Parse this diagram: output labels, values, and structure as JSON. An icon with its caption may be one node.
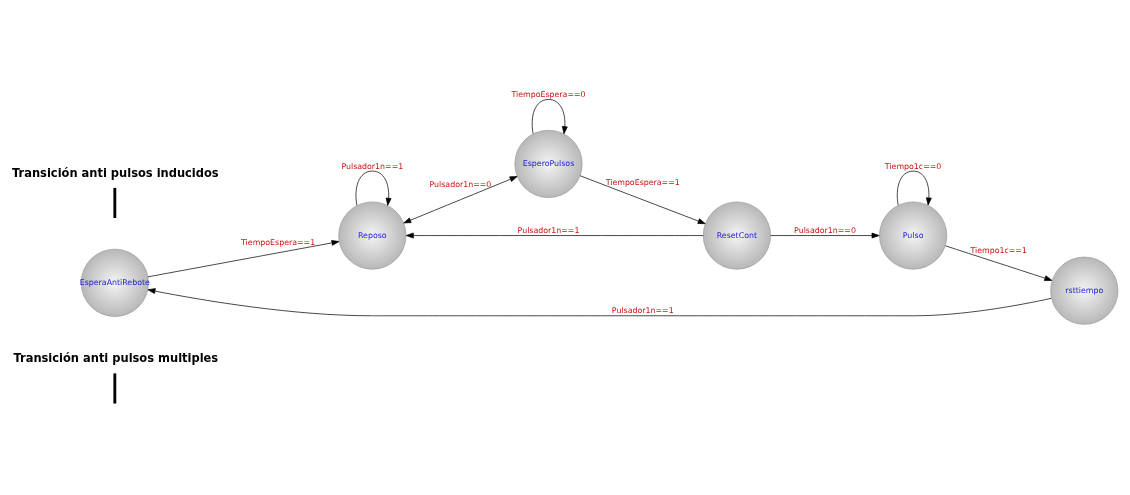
{
  "diagram": {
    "nodes": [
      {
        "text": [
          "Transición anti pulsos multiples"
        ]
      },
      {
        "text": [
          "EsperaAntiRebote"
        ]
      },
      {
        "text": [
          "Reposo"
        ]
      },
      {
        "text": [
          "rsttiempo"
        ]
      },
      {
        "text": [
          "Transición anti pulsos inducidos"
        ]
      },
      {
        "text": [
          "EsperoPulsos"
        ]
      },
      {
        "text": [
          "Pulso"
        ]
      },
      {
        "text": [
          "ResetCont"
        ]
      }
    ],
    "edges": [
      {
        "from": 3,
        "to": 1,
        "arrow": "to",
        "label": "Pulsador1n==1"
      },
      {
        "from": 1,
        "to": 2,
        "arrow": "to",
        "label": "TiempoEspera==1"
      },
      {
        "from": 2,
        "to": 2,
        "arrow": "to",
        "label": "Pulsador1n==1"
      },
      {
        "from": 2,
        "to": 5,
        "arrow": "both",
        "label": "Pulsador1n==0"
      },
      {
        "from": 5,
        "to": 5,
        "arrow": "to",
        "label": "TiempoEspera==0"
      },
      {
        "from": 5,
        "to": 7,
        "arrow": "to",
        "label": "TiempoEspera==1"
      },
      {
        "from": 7,
        "to": 2,
        "arrow": "to",
        "label": "Pulsador1n==1"
      },
      {
        "from": 7,
        "to": 6,
        "arrow": "to",
        "label": "Pulsador1n==0"
      },
      {
        "from": 6,
        "to": 6,
        "arrow": "to",
        "label": "Tiempo1c==0"
      },
      {
        "from": 6,
        "to": 3,
        "arrow": "to",
        "label": "Tiempo1c==1"
      },
      {
        "from": 0,
        "to": null,
        "arrow": "none",
        "style": "thick"
      },
      {
        "from": 4,
        "to": null,
        "arrow": "none",
        "style": "thick"
      }
    ]
  }
}
